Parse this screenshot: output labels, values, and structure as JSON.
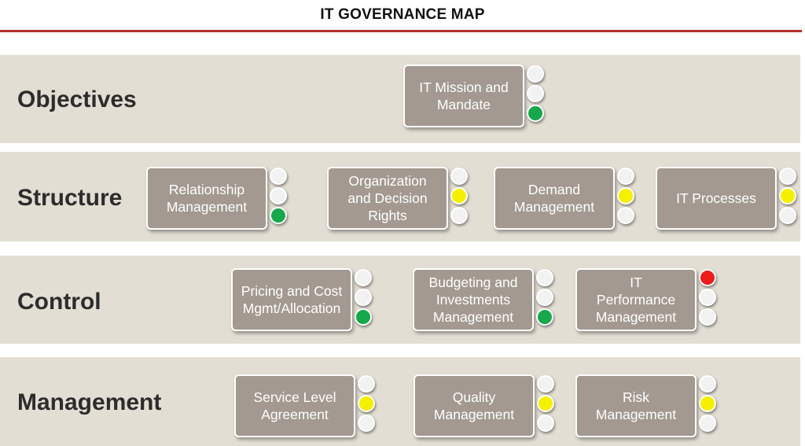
{
  "title": "IT GOVERNANCE MAP",
  "colors": {
    "off": "#f2f2f2",
    "green": "#16a84a",
    "yellow": "#f5f000",
    "red": "#ee1c1c",
    "accent": "#b0302c",
    "band": "#e3ded3",
    "card": "#a39990"
  },
  "bands": [
    {
      "label": "Objectives",
      "cards": [
        {
          "label": "IT Mission and\nMandate",
          "lights": [
            "off",
            "off",
            "green"
          ]
        }
      ]
    },
    {
      "label": "Structure",
      "cards": [
        {
          "label": "Relationship\nManagement",
          "lights": [
            "off",
            "off",
            "green"
          ]
        },
        {
          "label": "Organization\nand Decision\nRights",
          "lights": [
            "off",
            "yellow",
            "off"
          ]
        },
        {
          "label": "Demand\nManagement",
          "lights": [
            "off",
            "yellow",
            "off"
          ]
        },
        {
          "label": "IT Processes",
          "lights": [
            "off",
            "yellow",
            "off"
          ]
        }
      ]
    },
    {
      "label": "Control",
      "cards": [
        {
          "label": "Pricing and Cost\nMgmt/Allocation",
          "lights": [
            "off",
            "off",
            "green"
          ]
        },
        {
          "label": "Budgeting and\nInvestments\nManagement",
          "lights": [
            "off",
            "off",
            "green"
          ]
        },
        {
          "label": "IT\nPerformance\nManagement",
          "lights": [
            "red",
            "off",
            "off"
          ]
        }
      ]
    },
    {
      "label": "Management",
      "cards": [
        {
          "label": "Service Level\nAgreement",
          "lights": [
            "off",
            "yellow",
            "off"
          ]
        },
        {
          "label": "Quality\nManagement",
          "lights": [
            "off",
            "yellow",
            "off"
          ]
        },
        {
          "label": "Risk\nManagement",
          "lights": [
            "off",
            "yellow",
            "off"
          ]
        }
      ]
    }
  ]
}
